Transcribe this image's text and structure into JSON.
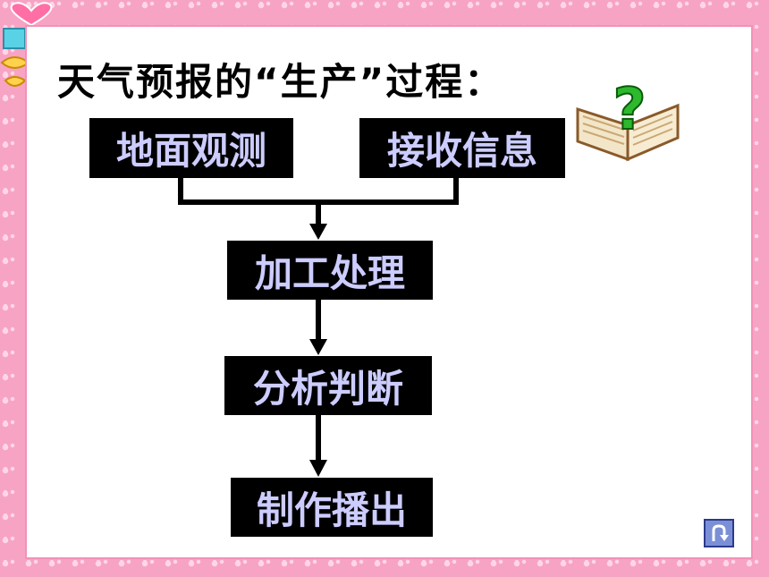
{
  "title": "天气预报的“生产”过程：",
  "steps": {
    "observe": "地面观测",
    "receive": "接收信息",
    "process": "加工处理",
    "analyze": "分析判断",
    "broadcast": "制作播出"
  },
  "icons": {
    "book": "question-book-icon",
    "nav": "return-arrow-icon"
  },
  "colors": {
    "box_bg": "#000000",
    "box_text": "#ccccff",
    "border": "#f7a3c4"
  }
}
